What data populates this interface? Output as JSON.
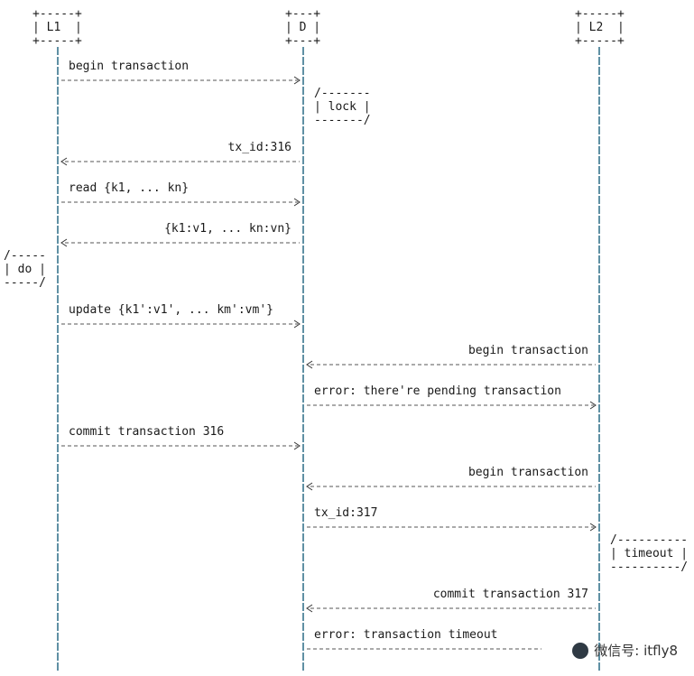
{
  "participants": [
    "L1",
    "D",
    "L2"
  ],
  "notes": {
    "lock": "lock",
    "do": "do",
    "timeout": "timeout"
  },
  "messages": [
    "begin transaction",
    "tx_id:316",
    "read {k1, ... kn}",
    "{k1:v1, ... kn:vn}",
    "update {k1':v1', ... km':vm'}",
    "begin transaction",
    "error: there're pending transaction",
    "commit transaction 316",
    "begin transaction",
    "tx_id:317",
    "commit transaction 317",
    "error: transaction timeout"
  ],
  "watermark": "微信号: itfly8",
  "colors": {
    "line": "#2a6b86",
    "dash": "#7f8a4c",
    "text": "#1a1a1a"
  }
}
